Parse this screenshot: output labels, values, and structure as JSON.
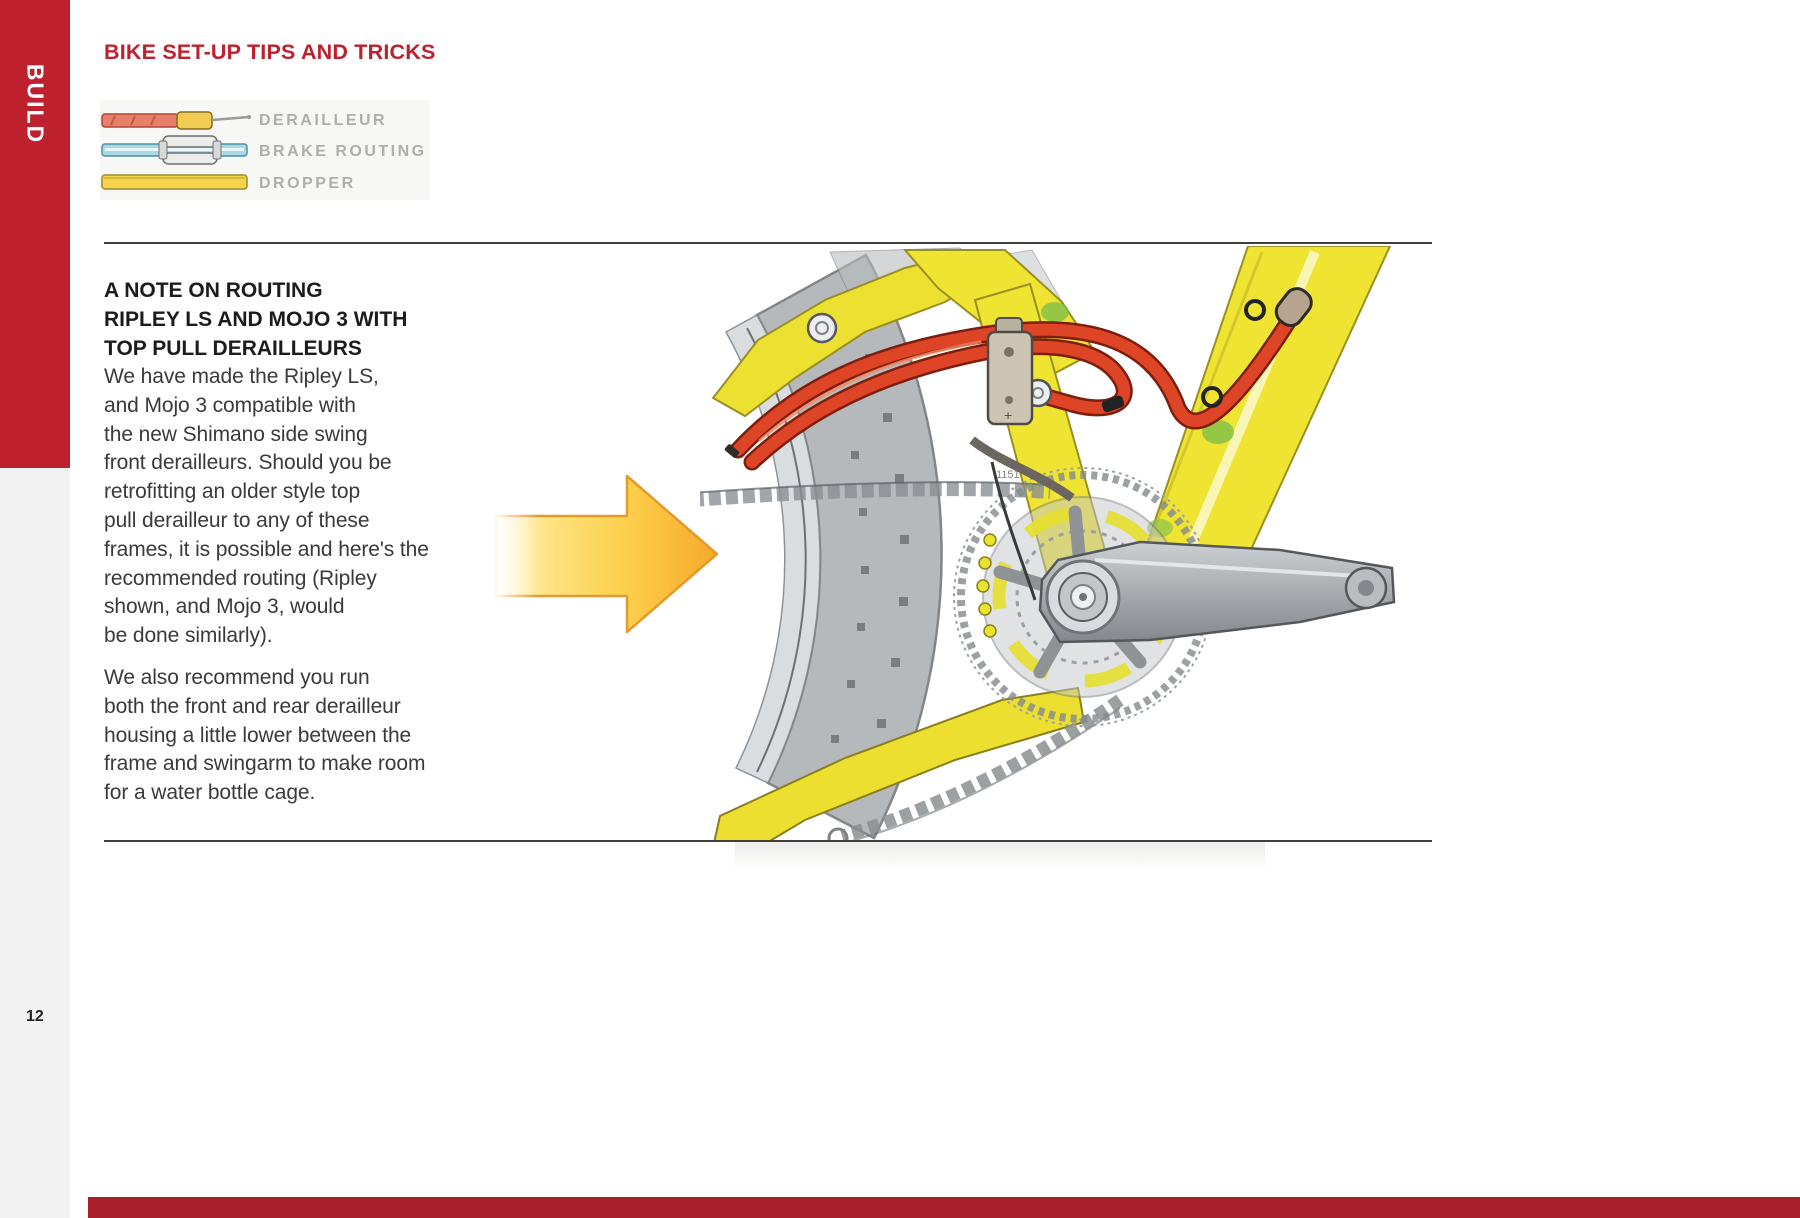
{
  "sidebar": {
    "label": "BUILD",
    "color": "#be202d"
  },
  "page": {
    "title": "BIKE SET-UP TIPS AND TRICKS",
    "title_color": "#be202d",
    "page_number": "12"
  },
  "legend": {
    "items": [
      {
        "name": "derailleur-cable",
        "label": "DERAILLEUR",
        "color": "#e87f6d"
      },
      {
        "name": "brake-cable",
        "label": "BRAKE ROUTING",
        "color": "#aad9e6"
      },
      {
        "name": "dropper-cable",
        "label": "DROPPER",
        "color": "#f6d44c"
      }
    ]
  },
  "note": {
    "heading_lines": [
      "A NOTE ON ROUTING",
      "RIPLEY LS AND MOJO 3 WITH",
      "TOP PULL DERAILLEURS"
    ],
    "para1_lines": [
      "We have made the Ripley LS,",
      "and Mojo 3 compatible with",
      "the new Shimano side swing",
      "front derailleurs. Should you be",
      "retrofitting an older style top",
      "pull derailleur to any of these",
      "frames, it is possible and here's the",
      "recommended routing (Ripley",
      "shown, and Mojo 3, would",
      "be done similarly)."
    ],
    "para2_lines": [
      "We also recommend you run",
      "both the front and rear derailleur",
      "housing a little lower between the",
      "frame and swingarm to make room",
      "for a water bottle cage."
    ]
  },
  "footer": {
    "bar_color": "#a81e2b"
  }
}
